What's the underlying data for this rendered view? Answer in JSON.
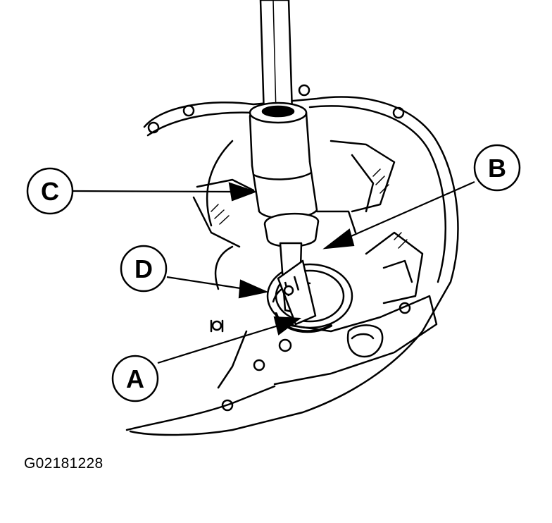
{
  "callouts": {
    "a": "A",
    "b": "B",
    "c": "C",
    "d": "D"
  },
  "figure_id": "G02181228",
  "colors": {
    "ink": "#000000",
    "paper": "#ffffff"
  }
}
